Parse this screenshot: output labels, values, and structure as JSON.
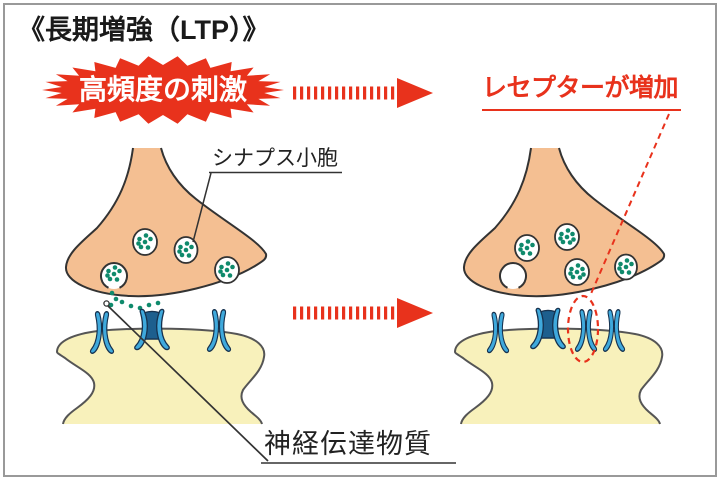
{
  "title": "《長期増強（LTP）》",
  "badge": {
    "label": "高頻度の刺激"
  },
  "labels": {
    "receptor_increase": "レセプターが増加",
    "synaptic_vesicle": "シナプス小胞",
    "neurotransmitter": "神経伝達物質"
  },
  "figure": {
    "left_panel": {
      "receptors": 3,
      "vesicles": 4
    },
    "right_panel": {
      "receptors": 4,
      "vesicles": 4
    }
  },
  "colors": {
    "accent_red": "#e8321c",
    "terminal_fill": "#f4bf92",
    "cell_fill": "#f8f1bb",
    "receptor_blue": "#3fa9dc",
    "receptor_dark_blue": "#1d5f8e",
    "vesicle_dot_teal": "#0f8a6c",
    "outline": "#333333"
  }
}
